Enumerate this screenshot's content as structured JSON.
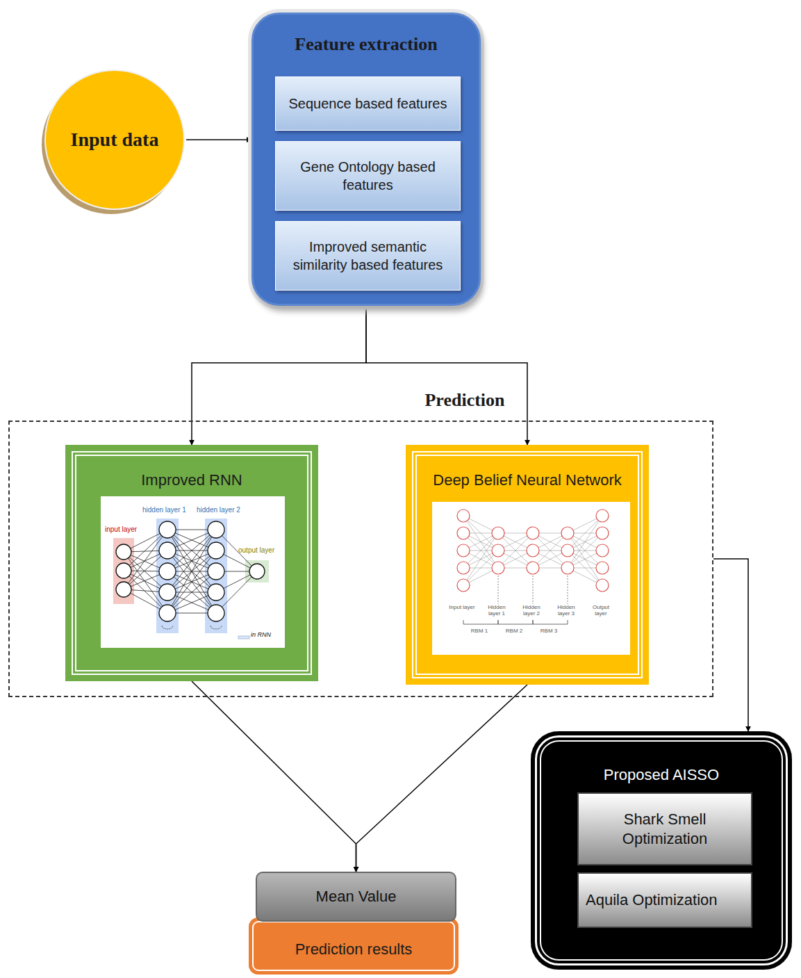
{
  "diagram": {
    "nodes": [
      {
        "text": [
          "Input data"
        ]
      },
      {
        "text": [
          "Feature extraction"
        ]
      },
      {
        "text": [
          "Sequence based features"
        ],
        "in": 1
      },
      {
        "text": [
          "Gene Ontology based features"
        ],
        "in": 1
      },
      {
        "text": [
          "Improved semantic similarity based features"
        ],
        "in": 1
      },
      {
        "text": [
          "Prediction"
        ]
      },
      {
        "text": [
          "Improved RNN"
        ],
        "in": 5
      },
      {
        "text": [
          "Deep Belief Neural Network"
        ],
        "in": 5
      },
      {
        "text": [
          "Mean Value"
        ]
      },
      {
        "text": [
          "Prediction results"
        ]
      },
      {
        "text": [
          "Proposed AISSO"
        ]
      },
      {
        "text": [
          "Shark Smell Optimization"
        ],
        "in": 10
      },
      {
        "text": [
          "Aquila Optimization"
        ],
        "in": 10
      }
    ],
    "edges": [
      {
        "from": 0,
        "to": 1,
        "arrow": "to"
      },
      {
        "from": 1,
        "to": 6,
        "arrow": "to"
      },
      {
        "from": 1,
        "to": 7,
        "arrow": "to"
      },
      {
        "from": 6,
        "to": 8,
        "arrow": "to"
      },
      {
        "from": 7,
        "to": 8,
        "arrow": "to"
      },
      {
        "from": 5,
        "to": 10,
        "arrow": "to"
      }
    ],
    "labels": [
      "input layer",
      "hidden layer 1",
      "hidden layer 2",
      "output layer",
      "in RNN",
      "Input layer",
      "Hidden layer 1",
      "Hidden layer 2",
      "Hidden layer 3",
      "Output layer",
      "RBM 1",
      "RBM 2",
      "RBM 3"
    ]
  }
}
